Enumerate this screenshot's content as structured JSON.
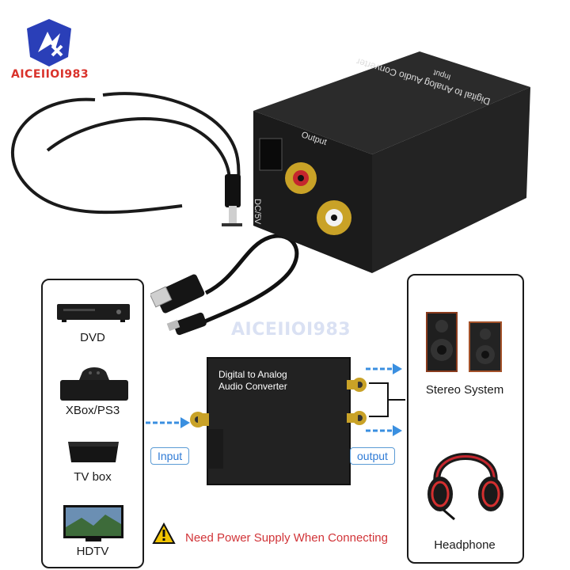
{
  "brand": {
    "logo_text": "AICEIIOI983",
    "watermark_text": "AICEIIOI983"
  },
  "photo": {
    "device_labels": {
      "input": "Input",
      "output": "Output",
      "title": "Digital to Analog Audio Converter",
      "dc": "DC/5V"
    }
  },
  "diagram": {
    "sources": [
      {
        "label": "DVD",
        "icon": "dvd-player-icon"
      },
      {
        "label": "XBox/PS3",
        "icon": "game-console-icon"
      },
      {
        "label": "TV box",
        "icon": "tv-box-icon"
      },
      {
        "label": "HDTV",
        "icon": "hdtv-icon"
      }
    ],
    "converter_title_line1": "Digital to Analog",
    "converter_title_line2": "Audio Converter",
    "input_label": "Input",
    "output_label": "output",
    "outputs": [
      {
        "label": "Stereo System",
        "icon": "speakers-icon"
      },
      {
        "label": "Headphone",
        "icon": "headphone-icon"
      }
    ],
    "warning_text": "Need Power Supply When Connecting"
  },
  "colors": {
    "brand_red": "#d9322b",
    "arrow_blue": "#3a8fe0",
    "warning_red": "#d13438"
  }
}
